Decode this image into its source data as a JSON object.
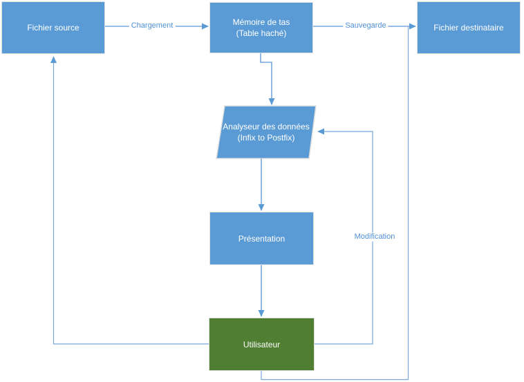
{
  "diagram": {
    "colors": {
      "node-fill": "#5B9BD5",
      "node-border": "#DFDFDF",
      "user-fill": "#507E32",
      "connector": "#78A7DA",
      "connector-dark": "#5B9BD5",
      "edge-label": "#4F90D5",
      "node-text": "#FFFFFF",
      "background": "#FFFFFF"
    },
    "nodes": {
      "fichier_source": {
        "label": "Fichier source",
        "shape": "rectangle",
        "fill": "#5B9BD5"
      },
      "memoire_tas": {
        "line1": "Mémoire de tas",
        "line2": "(Table haché)",
        "shape": "rectangle",
        "fill": "#5B9BD5"
      },
      "fichier_destinataire": {
        "label": "Fichier destinataire",
        "shape": "rectangle",
        "fill": "#5B9BD5"
      },
      "analyseur": {
        "line1": "Analyseur des données",
        "line2": "(Infix to Postfix)",
        "shape": "parallelogram",
        "fill": "#5B9BD5"
      },
      "presentation": {
        "label": "Présentation",
        "shape": "rectangle",
        "fill": "#5B9BD5"
      },
      "utilisateur": {
        "label": "Utilisateur",
        "shape": "rectangle",
        "fill": "#507E32"
      }
    },
    "edge_labels": {
      "chargement": "Chargement",
      "sauvegarde": "Sauvegarde",
      "modification": "Modification"
    },
    "edges": [
      {
        "from": "Fichier source",
        "to": "Mémoire de tas (Table haché)",
        "label": "Chargement"
      },
      {
        "from": "Mémoire de tas (Table haché)",
        "to": "Fichier destinataire",
        "label": "Sauvegarde"
      },
      {
        "from": "Mémoire de tas (Table haché)",
        "to": "Analyseur des données (Infix to Postfix)",
        "label": ""
      },
      {
        "from": "Analyseur des données (Infix to Postfix)",
        "to": "Présentation",
        "label": ""
      },
      {
        "from": "Présentation",
        "to": "Utilisateur",
        "label": ""
      },
      {
        "from": "Utilisateur",
        "to": "Analyseur des données (Infix to Postfix)",
        "label": "Modification"
      },
      {
        "from": "Utilisateur",
        "to": "Fichier source",
        "label": ""
      },
      {
        "from": "Utilisateur",
        "to": "Fichier destinataire",
        "label": ""
      }
    ]
  }
}
